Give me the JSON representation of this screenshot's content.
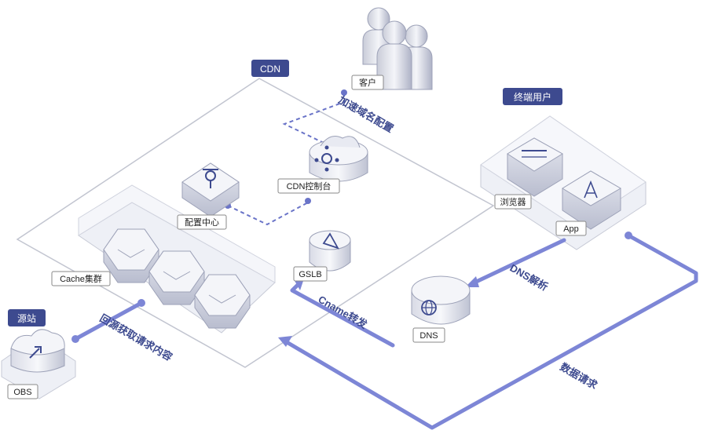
{
  "groups": {
    "cdn": "CDN",
    "end_users": "终端用户",
    "origin": "源站"
  },
  "nodes": {
    "customer": "客户",
    "cdn_console": "CDN控制台",
    "config_center": "配置中心",
    "cache_cluster": "Cache集群",
    "gslb": "GSLB",
    "dns": "DNS",
    "browser": "浏览器",
    "app": "App",
    "obs": "OBS"
  },
  "edges": {
    "domain_config": "加速域名配置",
    "dns_resolve": "DNS解析",
    "cname_forward": "Cname转发",
    "origin_fetch": "回源获取请求内容",
    "data_request": "数据请求"
  },
  "colors": {
    "accent": "#3d4a8f",
    "flow": "#7d86d6",
    "device_top": "#f0f1f5",
    "device_side": "#c9ccd8"
  }
}
